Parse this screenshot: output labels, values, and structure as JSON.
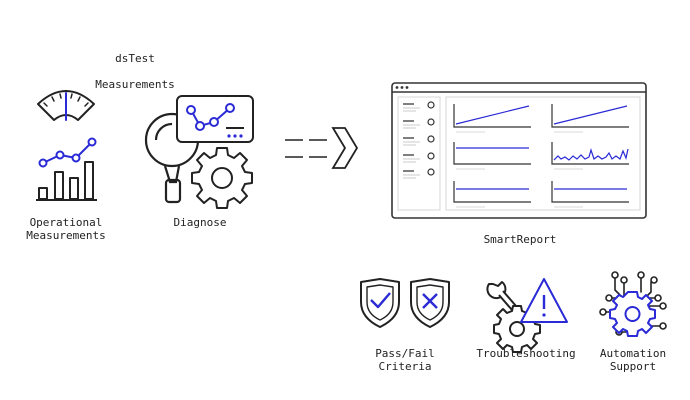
{
  "colors": {
    "accent": "#2a2ad6",
    "ink": "#222222",
    "frame": "#333333",
    "panel_line": "#d7d7d7"
  },
  "title": {
    "line1": "dsTest",
    "line2": "Measurements"
  },
  "items": {
    "operational": {
      "label": "Operational\nMeasurements",
      "icons": [
        "gauge-icon",
        "bar-line-chart-icon"
      ]
    },
    "diagnose": {
      "label": "Diagnose",
      "icons": [
        "magnifier-icon",
        "dashboard-screen-icon",
        "gear-icon"
      ]
    },
    "smartreport": {
      "label": "SmartReport",
      "icons": [
        "report-window-icon"
      ]
    },
    "passfail": {
      "label": "Pass/Fail\nCriteria",
      "icons": [
        "shield-check-icon",
        "shield-x-icon"
      ]
    },
    "troubleshooting": {
      "label": "Troubleshooting",
      "icons": [
        "wrench-gear-icon",
        "warning-icon"
      ]
    },
    "automation": {
      "label": "Automation\nSupport",
      "icons": [
        "circuit-gear-icon"
      ]
    }
  },
  "arrow": {
    "icon": "dashed-arrow-icon"
  }
}
